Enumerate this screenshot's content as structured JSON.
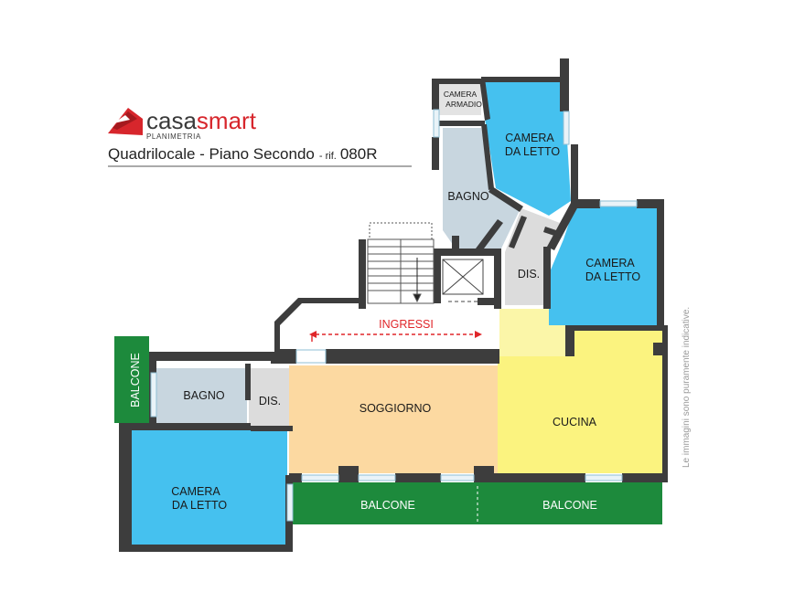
{
  "brand": {
    "name_part1": "casa",
    "name_part2": "smart",
    "subtitle": "PLANIMETRIA"
  },
  "header": {
    "title": "Quadrilocale - Piano Secondo",
    "rif_prefix": "- rif.",
    "code": "080R"
  },
  "disclaimer": "Le immagini sono puramente indicative.",
  "colors": {
    "wall": "#3d3d3d",
    "bedroom": "#45c1ef",
    "bathroom": "#c8d6df",
    "corridor": "#dcdcdc",
    "living": "#fcd9a1",
    "kitchen": "#fbf37f",
    "kitchen_entry": "#fbf6a8",
    "balcony": "#1d8a3c",
    "storage": "#e3e3e3",
    "entry_arrow": "#e0262a",
    "brand_red": "#d7262c"
  },
  "rooms": {
    "camera_armadio": [
      "CAMERA",
      "ARMADIO"
    ],
    "camera_top": [
      "CAMERA",
      "DA LETTO"
    ],
    "bagno_top": "BAGNO",
    "dis_top": "DIS.",
    "camera_right": [
      "CAMERA",
      "DA LETTO"
    ],
    "ingressi": "INGRESSI",
    "bagno_left": "BAGNO",
    "dis_left": "DIS.",
    "soggiorno": "SOGGIORNO",
    "cucina": "CUCINA",
    "camera_left": [
      "CAMERA",
      "DA LETTO"
    ],
    "balcone_side": "BALCONE",
    "balcone_bottom_left": "BALCONE",
    "balcone_bottom_right": "BALCONE"
  }
}
